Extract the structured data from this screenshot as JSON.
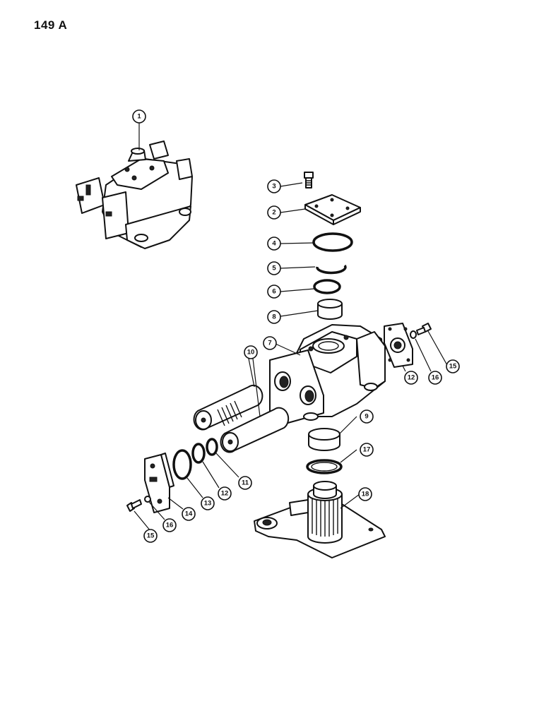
{
  "page": {
    "number_label": "149 A"
  },
  "callouts": [
    {
      "id": "c1",
      "label": "1"
    },
    {
      "id": "c3",
      "label": "3"
    },
    {
      "id": "c2",
      "label": "2"
    },
    {
      "id": "c4",
      "label": "4"
    },
    {
      "id": "c5",
      "label": "5"
    },
    {
      "id": "c6",
      "label": "6"
    },
    {
      "id": "c8",
      "label": "8"
    },
    {
      "id": "c7",
      "label": "7"
    },
    {
      "id": "c10",
      "label": "10"
    },
    {
      "id": "c12r",
      "label": "12"
    },
    {
      "id": "c16r",
      "label": "16"
    },
    {
      "id": "c15r",
      "label": "15"
    },
    {
      "id": "c9",
      "label": "9"
    },
    {
      "id": "c17",
      "label": "17"
    },
    {
      "id": "c11",
      "label": "11"
    },
    {
      "id": "c12l",
      "label": "12"
    },
    {
      "id": "c13",
      "label": "13"
    },
    {
      "id": "c14",
      "label": "14"
    },
    {
      "id": "c16l",
      "label": "16"
    },
    {
      "id": "c15l",
      "label": "15"
    },
    {
      "id": "c18",
      "label": "18"
    }
  ]
}
